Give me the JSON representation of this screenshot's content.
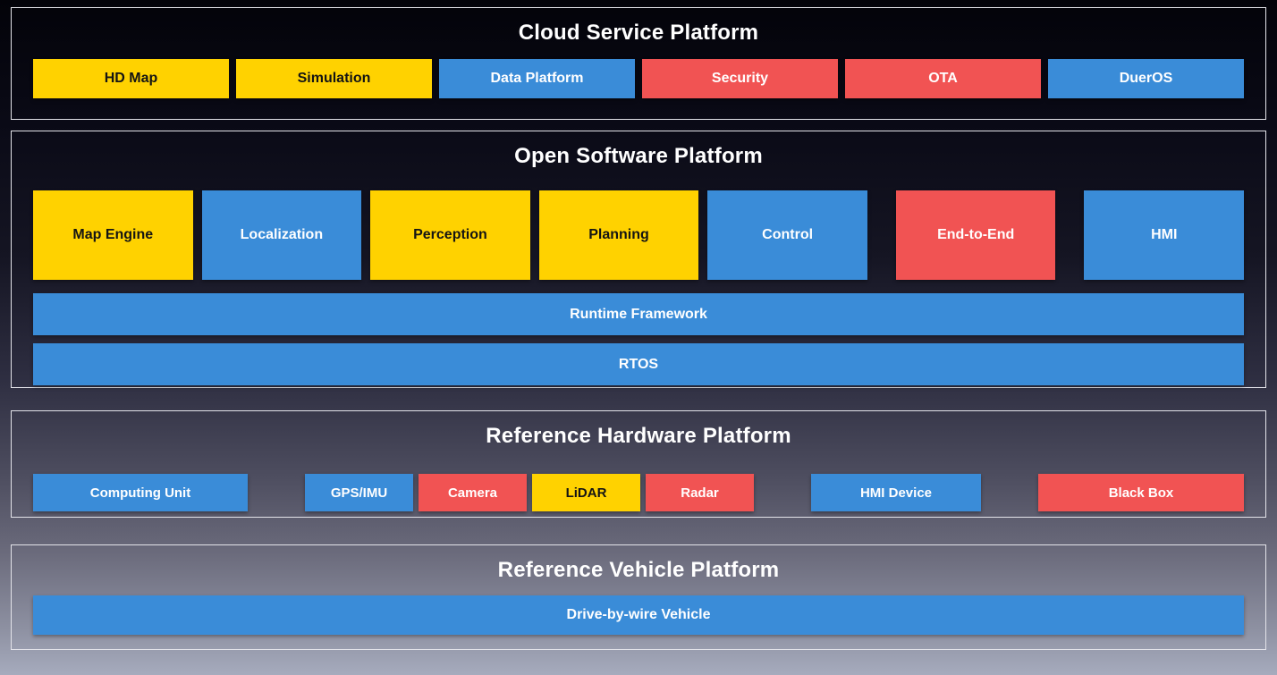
{
  "colors": {
    "yellow": "#ffd200",
    "blue": "#3a8cd8",
    "red": "#f15353",
    "title_text": "#ffffff",
    "panel_border": "#e4e4ea"
  },
  "sections": {
    "cloud": {
      "title": "Cloud Service Platform",
      "boxes": [
        {
          "label": "HD Map",
          "color": "yellow"
        },
        {
          "label": "Simulation",
          "color": "yellow"
        },
        {
          "label": "Data Platform",
          "color": "blue"
        },
        {
          "label": "Security",
          "color": "red"
        },
        {
          "label": "OTA",
          "color": "red"
        },
        {
          "label": "DuerOS",
          "color": "blue"
        }
      ]
    },
    "software": {
      "title": "Open Software Platform",
      "modules": [
        {
          "label": "Map Engine",
          "color": "yellow"
        },
        {
          "label": "Localization",
          "color": "blue"
        },
        {
          "label": "Perception",
          "color": "yellow"
        },
        {
          "label": "Planning",
          "color": "yellow"
        },
        {
          "label": "Control",
          "color": "blue"
        },
        {
          "label": "End-to-End",
          "color": "red"
        },
        {
          "label": "HMI",
          "color": "blue"
        }
      ],
      "bars": [
        {
          "label": "Runtime Framework",
          "color": "blue"
        },
        {
          "label": "RTOS",
          "color": "blue"
        }
      ]
    },
    "hardware": {
      "title": "Reference Hardware Platform",
      "boxes": [
        {
          "label": "Computing Unit",
          "color": "blue"
        },
        {
          "label": "GPS/IMU",
          "color": "blue"
        },
        {
          "label": "Camera",
          "color": "red"
        },
        {
          "label": "LiDAR",
          "color": "yellow"
        },
        {
          "label": "Radar",
          "color": "red"
        },
        {
          "label": "HMI Device",
          "color": "blue"
        },
        {
          "label": "Black Box",
          "color": "red"
        }
      ]
    },
    "vehicle": {
      "title": "Reference Vehicle Platform",
      "bars": [
        {
          "label": "Drive-by-wire Vehicle",
          "color": "blue"
        }
      ]
    }
  }
}
